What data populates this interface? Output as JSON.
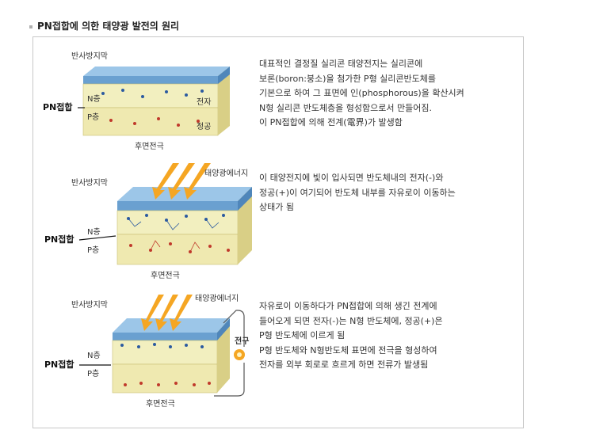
{
  "title": "PN접합에 의한 태양광 발전의 원리",
  "diagrams": [
    {
      "ar_label": "반사방지막",
      "n_label": "N층",
      "p_label": "P층",
      "pn_label": "PN접합",
      "electron_label": "전자",
      "hole_label": "정공",
      "back_label": "후면전극",
      "description": "대표적인 결정질 실리콘 태양전지는 실리콘에\n보론(boron:붕소)을 첨가한 P형 실리콘반도체를\n기본으로 하여 그 표면에 인(phosphorous)을 확산시켜\nN형 실리콘 반도체층을 형성함으로서 만들어짐.\n이 PN접합에 의해 전계(電界)가 발생함"
    },
    {
      "ar_label": "반사방지막",
      "n_label": "N층",
      "p_label": "P층",
      "pn_label": "PN접합",
      "energy_label": "태양광에너지",
      "back_label": "후면전극",
      "description": "이 태양전지에 빛이 입사되면 반도체내의 전자(-)와\n정공(+)이 여기되어 반도체 내부를 자유로이 이동하는\n상태가 됨"
    },
    {
      "ar_label": "반사방지막",
      "n_label": "N층",
      "p_label": "P층",
      "pn_label": "PN접합",
      "energy_label": "태양광에너지",
      "bulb_label": "전구",
      "back_label": "후면전극",
      "description": "자유로이 이동하다가 PN접합에 의해 생긴 전계에\n들어오게 되면 전자(-)는 N형 반도체에, 정공(+)은\nP형 반도체에 이르게 됨\nP형 반도체와 N형반도체 표면에 전극을 형성하여\n전자를 외부 회로로 흐르게 하면 전류가 발생됨"
    }
  ],
  "colors": {
    "ar_coating": "#6aa0d0",
    "n_layer": "#f0ecb8",
    "p_layer": "#efe9b0",
    "side": "#d9cf86",
    "arrow": "#f5a623",
    "electron": "#2b5aa0",
    "hole": "#c0392b"
  }
}
